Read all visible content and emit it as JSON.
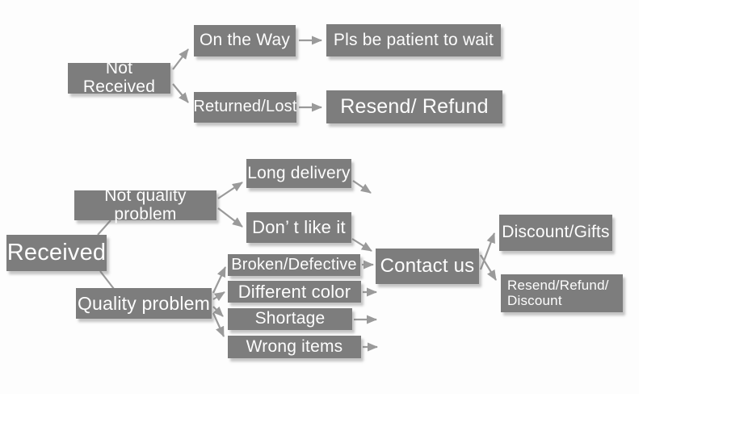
{
  "diagram": {
    "type": "flowchart",
    "background_color": "#fdfdfd",
    "box_color": "#7d7d7d",
    "box_text_color": "#fdfdfd",
    "arrow_color": "#9a9a9a",
    "nodes": {
      "not_received": {
        "label": "Not Received"
      },
      "on_the_way": {
        "label": "On the Way"
      },
      "pls_be_patient": {
        "label": "Pls be patient to wait"
      },
      "returned_lost": {
        "label": "Returned/Lost"
      },
      "resend_refund": {
        "label": "Resend/ Refund"
      },
      "received": {
        "label": "Received"
      },
      "not_quality_problem": {
        "label": "Not quality problem"
      },
      "long_delivery": {
        "label": "Long delivery"
      },
      "dont_like_it": {
        "label": "Don’ t like it"
      },
      "quality_problem": {
        "label": "Quality problem"
      },
      "broken_defective": {
        "label": "Broken/Defective"
      },
      "different_color": {
        "label": "Different color"
      },
      "shortage": {
        "label": "Shortage"
      },
      "wrong_items": {
        "label": "Wrong items"
      },
      "contact_us": {
        "label": "Contact us"
      },
      "discount_gifts": {
        "label": "Discount/Gifts"
      },
      "resend_refund_discount": {
        "label": "Resend/Refund/\nDiscount"
      }
    },
    "edges": [
      {
        "from": "not_received",
        "to": "on_the_way"
      },
      {
        "from": "not_received",
        "to": "returned_lost"
      },
      {
        "from": "on_the_way",
        "to": "pls_be_patient"
      },
      {
        "from": "returned_lost",
        "to": "resend_refund"
      },
      {
        "from": "received",
        "to": "not_quality_problem"
      },
      {
        "from": "received",
        "to": "quality_problem"
      },
      {
        "from": "not_quality_problem",
        "to": "long_delivery"
      },
      {
        "from": "not_quality_problem",
        "to": "dont_like_it"
      },
      {
        "from": "long_delivery",
        "to": "contact_us"
      },
      {
        "from": "dont_like_it",
        "to": "contact_us"
      },
      {
        "from": "quality_problem",
        "to": "broken_defective"
      },
      {
        "from": "quality_problem",
        "to": "different_color"
      },
      {
        "from": "quality_problem",
        "to": "shortage"
      },
      {
        "from": "quality_problem",
        "to": "wrong_items"
      },
      {
        "from": "broken_defective",
        "to": "contact_us"
      },
      {
        "from": "different_color",
        "to": "contact_us"
      },
      {
        "from": "shortage",
        "to": "contact_us"
      },
      {
        "from": "wrong_items",
        "to": "contact_us"
      },
      {
        "from": "contact_us",
        "to": "discount_gifts"
      },
      {
        "from": "contact_us",
        "to": "resend_refund_discount"
      }
    ]
  }
}
